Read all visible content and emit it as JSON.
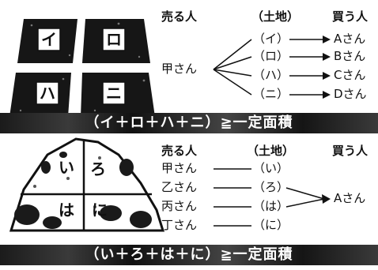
{
  "section1": {
    "plots": [
      "イ",
      "ロ",
      "ハ",
      "ニ"
    ],
    "header_seller": "売る人",
    "header_land": "（土地）",
    "header_buyer": "買う人",
    "seller": "甲さん",
    "lands": [
      "（イ）",
      "（ロ）",
      "（ハ）",
      "（ニ）"
    ],
    "buyers": [
      "Aさん",
      "Bさん",
      "Cさん",
      "Dさん"
    ],
    "formula": "（イ＋ロ＋ハ＋ニ）≧一定面積"
  },
  "section2": {
    "plots": [
      "い",
      "ろ",
      "は",
      "に"
    ],
    "header_seller": "売る人",
    "header_land": "（土地）",
    "header_buyer": "買う人",
    "sellers": [
      "甲さん",
      "乙さん",
      "丙さん",
      "丁さん"
    ],
    "lands": [
      "（い）",
      "（ろ）",
      "（は）",
      "（に）"
    ],
    "buyer": "Aさん",
    "formula": "（い＋ろ＋は＋に）≧一定面積"
  }
}
